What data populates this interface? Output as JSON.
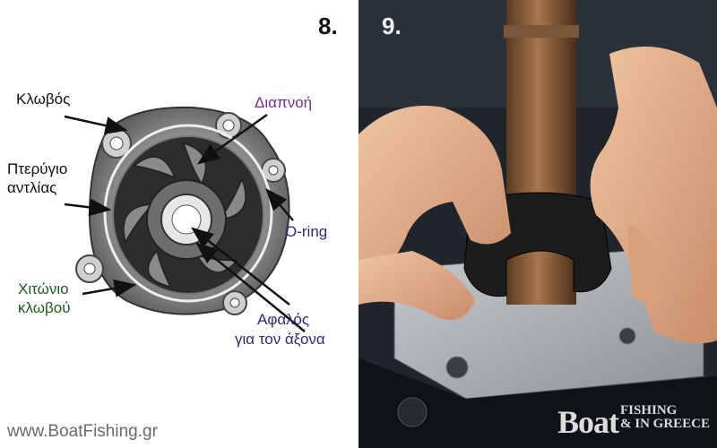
{
  "panel_left": {
    "step_number": "8.",
    "labels": {
      "klovos": "Κλωβός",
      "diapnoi": "Διαπνοή",
      "pterygio_line1": "Πτερύγιο",
      "pterygio_line2": "αντλίας",
      "oring": "O-ring",
      "xitonio_line1": "Χιτώνιο",
      "xitonio_line2": "κλωβού",
      "afalos_line1": "Αφαλός",
      "afalos_line2": "για τον άξονα"
    },
    "watermark": "www.BoatFishing.gr",
    "colors": {
      "black": "#111111",
      "purple": "#7a2b8c",
      "navy": "#2a2a7a",
      "green": "#1d5c1d"
    }
  },
  "panel_right": {
    "step_number": "9.",
    "brand": {
      "boat": "Boat",
      "fishing": "FISHING",
      "in_greece": "& IN GREECE"
    }
  }
}
